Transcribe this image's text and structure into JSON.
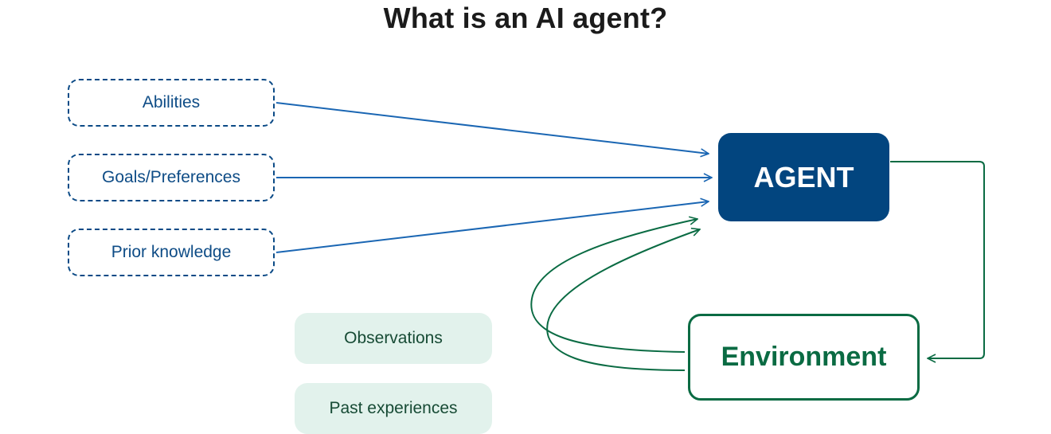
{
  "title": "What is an AI agent?",
  "inputs": [
    {
      "label": "Abilities"
    },
    {
      "label": "Goals/Preferences"
    },
    {
      "label": "Prior knowledge"
    }
  ],
  "agent": {
    "label": "AGENT"
  },
  "environment": {
    "label": "Environment"
  },
  "feedback": [
    {
      "label": "Observations"
    },
    {
      "label": "Past experiences"
    }
  ],
  "colors": {
    "agent_fill": "#02457f",
    "input_stroke": "#0b4a86",
    "arrow_blue": "#1a66b3",
    "environment_green": "#0a6b43",
    "feedback_fill": "#e2f2ec"
  }
}
